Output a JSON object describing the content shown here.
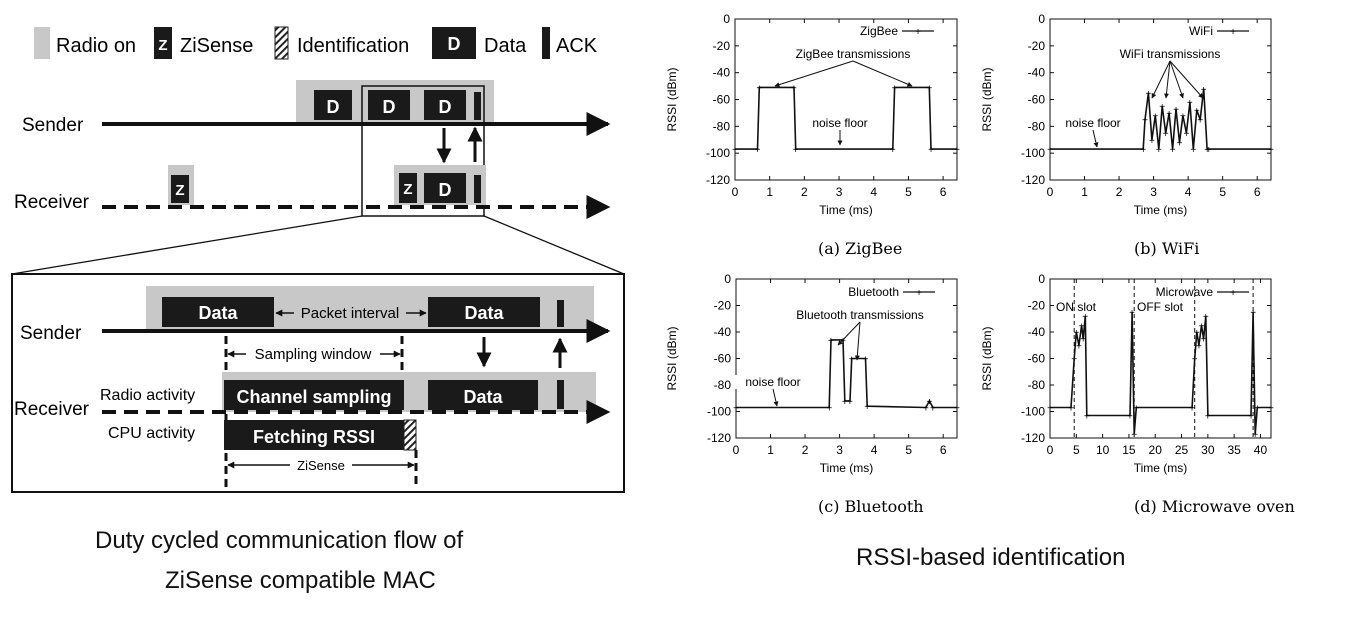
{
  "mac_diagram": {
    "legend": {
      "radio_on": "Radio on",
      "zisense_glyph": "Z",
      "zisense": "ZiSense",
      "identification": "Identification",
      "data_glyph": "D",
      "data": "Data",
      "ack": "ACK"
    },
    "top": {
      "sender": "Sender",
      "receiver": "Receiver",
      "data_glyph": "D",
      "z_glyph": "Z"
    },
    "detail": {
      "sender": "Sender",
      "receiver": "Receiver",
      "data_label": "Data",
      "packet_interval": "Packet interval",
      "sampling_window": "Sampling window",
      "radio_activity": "Radio activity",
      "cpu_activity": "CPU activity",
      "channel_sampling": "Channel sampling",
      "fetching_rssi": "Fetching RSSI",
      "zisense": "ZiSense"
    },
    "caption_line1": "Duty cycled communication flow of",
    "caption_line2": "ZiSense compatible MAC"
  },
  "rssi_caption": "RSSI-based identification",
  "chart_data": [
    {
      "type": "line",
      "legend": "ZigBee",
      "caption": "(a)  ZigBee",
      "xlabel": "Time (ms)",
      "ylabel": "RSSI (dBm)",
      "xlim": [
        0,
        6.4
      ],
      "ylim": [
        -120,
        0
      ],
      "xticks": [
        0,
        1,
        2,
        3,
        4,
        5,
        6
      ],
      "yticks": [
        0,
        -20,
        -40,
        -60,
        -80,
        -100,
        -120
      ],
      "annotations": [
        "ZigBee transmissions",
        "noise floor"
      ],
      "x": [
        0,
        0.65,
        0.7,
        1.7,
        1.75,
        4.55,
        4.6,
        5.6,
        5.65,
        6.4
      ],
      "y": [
        -97,
        -97,
        -51,
        -51,
        -97,
        -97,
        -51,
        -51,
        -97,
        -97
      ]
    },
    {
      "type": "line",
      "legend": "WiFi",
      "caption": "(b)  WiFi",
      "xlabel": "Time (ms)",
      "ylabel": "RSSI (dBm)",
      "xlim": [
        0,
        6.4
      ],
      "ylim": [
        -120,
        0
      ],
      "xticks": [
        0,
        1,
        2,
        3,
        4,
        5,
        6
      ],
      "yticks": [
        0,
        -20,
        -40,
        -60,
        -80,
        -100,
        -120
      ],
      "annotations": [
        "WiFi transmissions",
        "noise floor"
      ],
      "x": [
        0,
        2.7,
        2.75,
        2.85,
        2.95,
        3.05,
        3.15,
        3.25,
        3.35,
        3.45,
        3.55,
        3.65,
        3.75,
        3.85,
        3.95,
        4.05,
        4.15,
        4.25,
        4.35,
        4.45,
        4.55,
        4.6,
        6.4
      ],
      "y": [
        -97,
        -97,
        -75,
        -55,
        -90,
        -72,
        -97,
        -65,
        -85,
        -70,
        -97,
        -67,
        -92,
        -72,
        -85,
        -62,
        -97,
        -68,
        -75,
        -52,
        -97,
        -97,
        -97
      ]
    },
    {
      "type": "line",
      "legend": "Bluetooth",
      "caption": "(c)  Bluetooth",
      "xlabel": "Time (ms)",
      "ylabel": "RSSI (dBm)",
      "xlim": [
        0,
        6.4
      ],
      "ylim": [
        -120,
        0
      ],
      "xticks": [
        0,
        1,
        2,
        3,
        4,
        5,
        6
      ],
      "yticks": [
        0,
        -20,
        -40,
        -60,
        -80,
        -100,
        -120
      ],
      "annotations": [
        "Bluetooth transmissions",
        "noise floor"
      ],
      "x": [
        0,
        2.7,
        2.75,
        3.1,
        3.15,
        3.3,
        3.35,
        3.75,
        3.8,
        5.5,
        5.6,
        5.7,
        6.4
      ],
      "y": [
        -97,
        -97,
        -46,
        -46,
        -92,
        -92,
        -60,
        -60,
        -96,
        -97,
        -92,
        -97,
        -97
      ]
    },
    {
      "type": "line",
      "legend": "Microwave",
      "caption": "(d)  Microwave oven",
      "xlabel": "Time (ms)",
      "ylabel": "RSSI (dBm)",
      "xlim": [
        0,
        42
      ],
      "ylim": [
        -120,
        0
      ],
      "xticks": [
        0,
        5,
        10,
        15,
        20,
        25,
        30,
        35,
        40
      ],
      "yticks": [
        0,
        -20,
        -40,
        -60,
        -80,
        -100,
        -120
      ],
      "annotations": [
        "ON slot",
        "OFF slot"
      ],
      "x": [
        0,
        4.0,
        4.6,
        5.0,
        5.5,
        6.0,
        6.3,
        6.7,
        7.0,
        15.2,
        15.6,
        16.0,
        16.4,
        27.0,
        27.5,
        27.9,
        28.3,
        28.8,
        29.2,
        29.6,
        30.0,
        38.2,
        38.6,
        39.0,
        39.4,
        42.0
      ],
      "y": [
        -97,
        -97,
        -60,
        -40,
        -50,
        -35,
        -45,
        -28,
        -103,
        -103,
        -25,
        -117,
        -97,
        -97,
        -60,
        -40,
        -50,
        -35,
        -45,
        -28,
        -103,
        -103,
        -25,
        -117,
        -97,
        -97
      ]
    }
  ]
}
